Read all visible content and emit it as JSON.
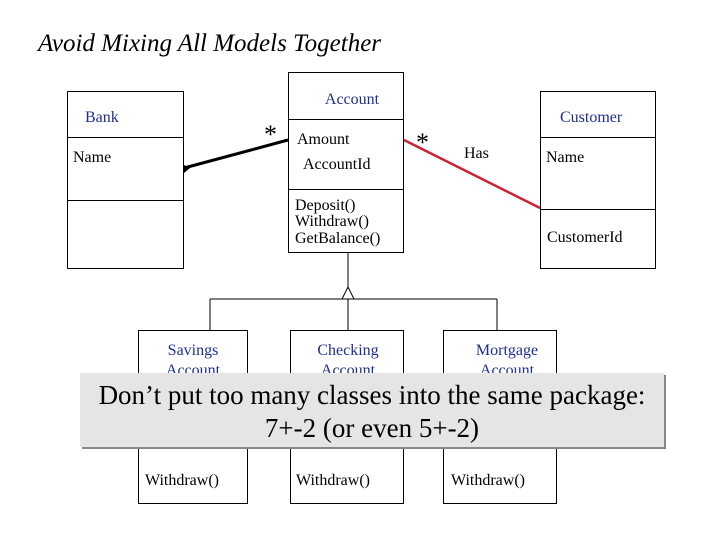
{
  "title": "Avoid Mixing All  Models Together",
  "classes": {
    "bank": {
      "name": "Bank",
      "attribute": "Name"
    },
    "account": {
      "name": "Account",
      "attr1": "Amount",
      "attr2": "AccountId",
      "op1": "Deposit()",
      "op2": "Withdraw()",
      "op3": "GetBalance()"
    },
    "customer": {
      "name": "Customer",
      "attr1": "Name",
      "attr2": "CustomerId"
    },
    "savings": {
      "name_line1": "Savings",
      "name_line2": "Account",
      "op": "Withdraw()"
    },
    "checking": {
      "name_line1": "Checking",
      "name_line2": "Account",
      "op": "Withdraw()"
    },
    "mortgage": {
      "name_line1": "Mortgage",
      "name_line2": "Account",
      "op": "Withdraw()"
    }
  },
  "associations": {
    "bank_account_multiplicity": "*",
    "account_customer_multiplicity": "*",
    "account_customer_label": "Has"
  },
  "colors": {
    "class_name": "#1f2f8f",
    "association": "#cc2233"
  },
  "callout": {
    "line1": "Don’t put too many classes into the same package:",
    "line2": "7+-2 (or even 5+-2)"
  }
}
